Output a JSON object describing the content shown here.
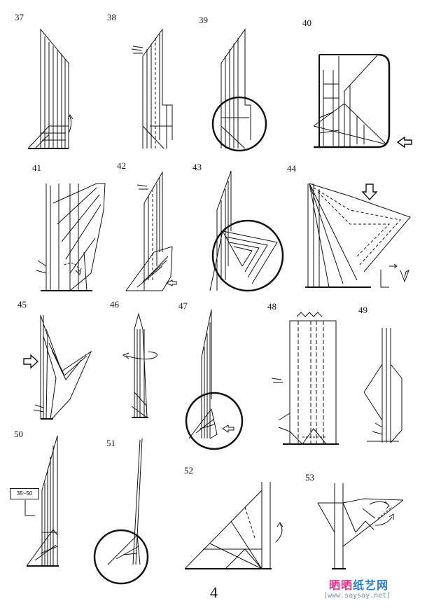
{
  "steps": [
    {
      "id": "37"
    },
    {
      "id": "38"
    },
    {
      "id": "39"
    },
    {
      "id": "40"
    },
    {
      "id": "41"
    },
    {
      "id": "42"
    },
    {
      "id": "43"
    },
    {
      "id": "44"
    },
    {
      "id": "45"
    },
    {
      "id": "46"
    },
    {
      "id": "47"
    },
    {
      "id": "48"
    },
    {
      "id": "49"
    },
    {
      "id": "50"
    },
    {
      "id": "51"
    },
    {
      "id": "52"
    },
    {
      "id": "53"
    }
  ],
  "reference_box": "35~50",
  "page_number": "4",
  "watermark": {
    "logo_part1": "晒晒",
    "logo_part2": "纸艺网",
    "url": "[www.saysay.net]"
  },
  "colors": {
    "ink": "#111111",
    "logo_pink": "#e4338e",
    "logo_blue": "#2a7fd0",
    "url_blue": "#6b8fb5"
  }
}
